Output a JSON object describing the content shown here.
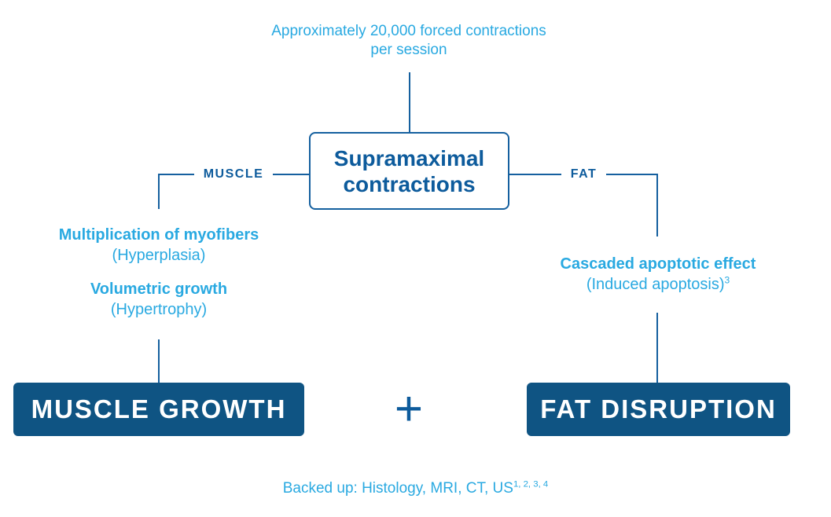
{
  "colors": {
    "light_blue": "#29A9E1",
    "dark_blue": "#0D5B9C",
    "line_blue": "#15609F",
    "result_box_fill": "#0F5483"
  },
  "top_note": {
    "line1": "Approximately 20,000 forced contractions",
    "line2": "per session"
  },
  "center_box": {
    "line1": "Supramaximal",
    "line2": "contractions"
  },
  "branches": {
    "muscle": {
      "label": "MUSCLE",
      "effects": [
        {
          "title": "Multiplication of myofibers",
          "subtitle": "(Hyperplasia)",
          "superscript": ""
        },
        {
          "title": "Volumetric growth",
          "subtitle": "(Hypertrophy)",
          "superscript": ""
        }
      ],
      "result": "MUSCLE GROWTH"
    },
    "fat": {
      "label": "FAT",
      "effects": [
        {
          "title": "Cascaded apoptotic effect",
          "subtitle": "(Induced apoptosis)",
          "superscript": "3"
        }
      ],
      "result": "FAT DISRUPTION"
    }
  },
  "plus_symbol": "+",
  "footer": {
    "text": "Backed up: Histology, MRI, CT, US",
    "superscript": "1, 2, 3, 4"
  }
}
